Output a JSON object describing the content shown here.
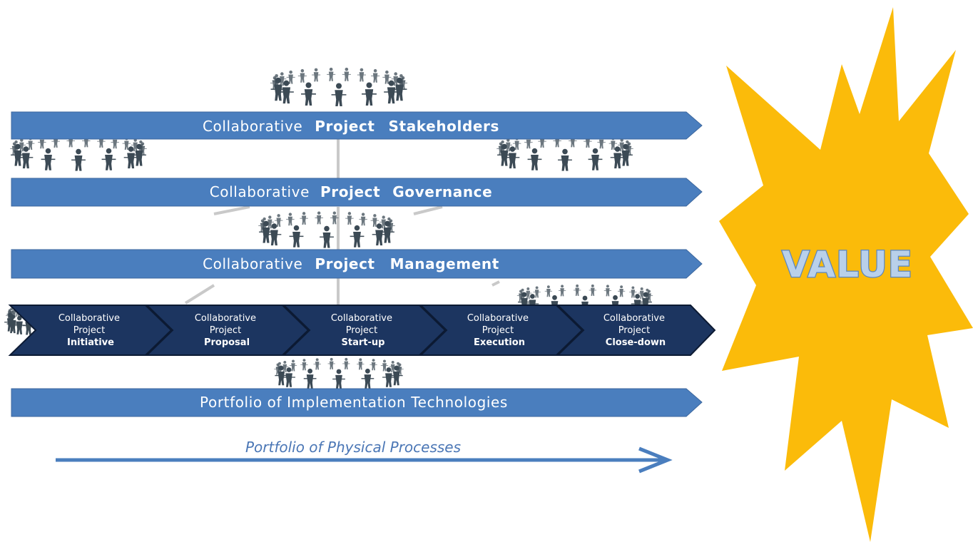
{
  "bands": [
    {
      "prefix": "Collaborative",
      "bold1": "Project",
      "bold2": "Stakeholders"
    },
    {
      "prefix": "Collaborative",
      "bold1": "Project",
      "bold2": "Governance"
    },
    {
      "prefix": "Collaborative",
      "bold1": "Project",
      "bold2": "Management"
    }
  ],
  "phases": [
    {
      "line1": "Collaborative",
      "line2": "Project",
      "line3": "Initiative"
    },
    {
      "line1": "Collaborative",
      "line2": "Project",
      "line3": "Proposal"
    },
    {
      "line1": "Collaborative",
      "line2": "Project",
      "line3": "Start-up"
    },
    {
      "line1": "Collaborative",
      "line2": "Project",
      "line3": "Execution"
    },
    {
      "line1": "Collaborative",
      "line2": "Project",
      "line3": "Close-down"
    }
  ],
  "technologies_band": "Portfolio of Implementation Technologies",
  "process_label": "Portfolio of Physical Processes",
  "value_label": "VALUE",
  "colors": {
    "band_fill": "#4a7ebe",
    "band_stroke": "#3d6aa3",
    "phase_fill": "#1c3560",
    "phase_stroke": "#0f1f3c",
    "starburst": "#fbbb0a",
    "people": "#3c4a55",
    "connector": "#c8c8c8",
    "process_arrow": "#4a7ebe"
  },
  "icons": {
    "people_group": "people-circle-icon",
    "starburst": "starburst-shape"
  }
}
